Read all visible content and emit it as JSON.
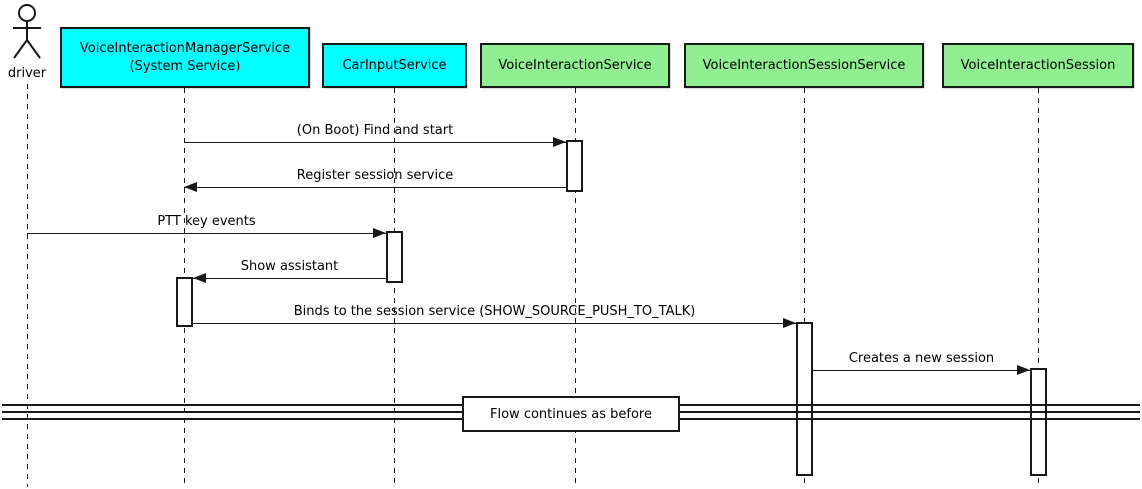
{
  "actor": {
    "label": "driver"
  },
  "participants": [
    {
      "lines": [
        "VoiceInteractionManagerService",
        "(System Service)"
      ],
      "fill": "#00FFFF"
    },
    {
      "lines": [
        "CarInputService"
      ],
      "fill": "#00FFFF"
    },
    {
      "lines": [
        "VoiceInteractionService"
      ],
      "fill": "#90EE90"
    },
    {
      "lines": [
        "VoiceInteractionSessionService"
      ],
      "fill": "#90EE90"
    },
    {
      "lines": [
        "VoiceInteractionSession"
      ],
      "fill": "#90EE90"
    }
  ],
  "messages": [
    {
      "label": "(On Boot) Find and start",
      "from": "VoiceInteractionManagerService (System Service)",
      "to": "VoiceInteractionService",
      "direction": "right"
    },
    {
      "label": "Register session service",
      "from": "VoiceInteractionService",
      "to": "VoiceInteractionManagerService (System Service)",
      "direction": "left"
    },
    {
      "label": "PTT key events",
      "from": "driver",
      "to": "CarInputService",
      "direction": "right"
    },
    {
      "label": "Show assistant",
      "from": "CarInputService",
      "to": "VoiceInteractionManagerService (System Service)",
      "direction": "left"
    },
    {
      "label": "Binds to the session service (SHOW_SOURCE_PUSH_TO_TALK)",
      "from": "VoiceInteractionManagerService (System Service)",
      "to": "VoiceInteractionSessionService",
      "direction": "right"
    },
    {
      "label": "Creates a new session",
      "from": "VoiceInteractionSessionService",
      "to": "VoiceInteractionSession",
      "direction": "right"
    }
  ],
  "divider": {
    "label": "Flow continues as before"
  },
  "icons": {
    "actor": "stick-figure-icon"
  },
  "colors": {
    "participant_cyan": "#00FFFF",
    "participant_green": "#90EE90",
    "line": "#181818",
    "background": "#FFFFFF",
    "activation_fill": "#FFFFFF"
  }
}
